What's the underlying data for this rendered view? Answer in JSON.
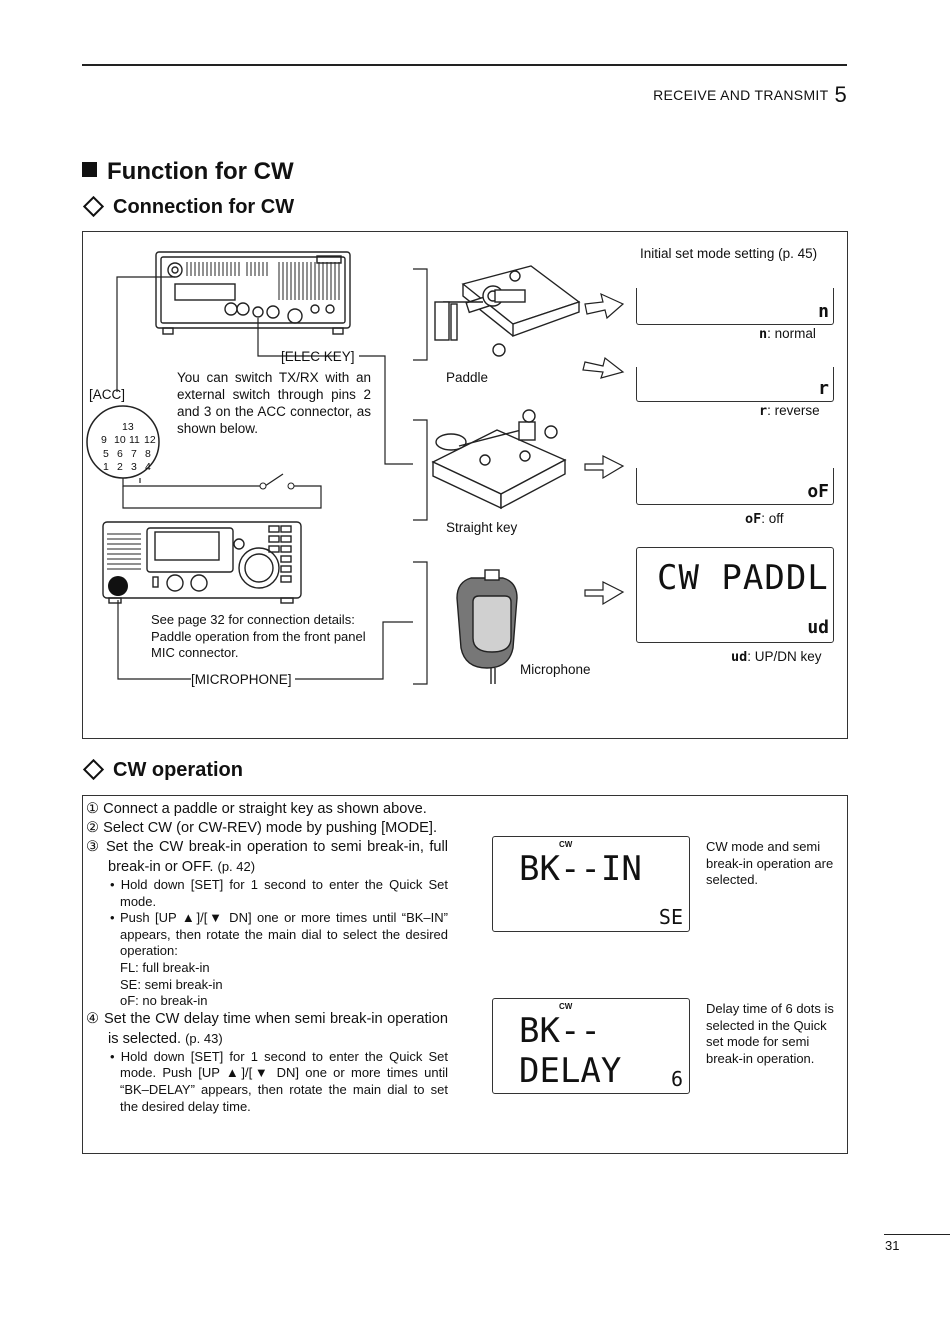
{
  "header": {
    "section_title": "RECEIVE AND TRANSMIT",
    "section_number": "5",
    "page_number": "31"
  },
  "headings": {
    "main": "Function for CW",
    "connection": "Connection for CW",
    "operation": "CW operation"
  },
  "connection": {
    "initial_setting": "Initial set mode setting (p. 45)",
    "elec_key": "[ELEC KEY]",
    "acc": "[ACC]",
    "acc_note": "You can switch TX/RX with an external switch through pins 2 and 3 on the ACC connector, as shown below.",
    "mic_note": "See page 32 for connection details: Paddle operation from the front panel MIC connector.",
    "microphone_port": "[MICROPHONE]",
    "paddle": "Paddle",
    "straight_key": "Straight key",
    "microphone": "Microphone",
    "pins": [
      "13",
      "9",
      "10",
      "11",
      "12",
      "5",
      "6",
      "7",
      "8",
      "1",
      "2",
      "3",
      "4"
    ],
    "displays": [
      {
        "code": "n",
        "legend_code": "n",
        "legend": ": normal"
      },
      {
        "code": "r",
        "legend_code": "r",
        "legend": ": reverse"
      },
      {
        "code": "oF",
        "legend_code": "oF",
        "legend": ": off"
      },
      {
        "main": "CW PADDL",
        "code": "ud",
        "legend_code": "ud",
        "legend": ": UP/DN key"
      }
    ]
  },
  "operation": {
    "steps": [
      {
        "num": "①",
        "text": "Connect a paddle or straight key as shown above."
      },
      {
        "num": "②",
        "text": "Select CW (or CW-REV) mode by pushing [MODE]."
      },
      {
        "num": "③",
        "text": "Set the CW break-in operation to semi break-in, full break-in or OFF.",
        "ref": "(p. 42)"
      },
      {
        "num": "④",
        "text": "Set the CW delay time when semi break-in operation is selected.",
        "ref": "(p. 43)"
      }
    ],
    "step3_bullets": [
      "Hold down [SET] for 1 second to enter the Quick Set mode.",
      "Push [UP ▲]/[▼ DN] one or more times until “BK–IN” appears, then rotate the main dial to select the desired operation:"
    ],
    "step3_options": [
      "FL: full break-in",
      "SE: semi break-in",
      "oF: no break-in"
    ],
    "step4_bullet": "Hold down [SET] for 1 second to enter the Quick Set mode. Push [UP ▲]/[▼ DN] one or more times until “BK–DELAY” appears, then rotate the main dial to set the desired delay time.",
    "lcd1": {
      "mode": "CW",
      "main": "BK--IN",
      "sub": "SE",
      "caption": "CW mode and semi break-in operation are selected."
    },
    "lcd2": {
      "mode": "CW",
      "main": "BK--DELAY",
      "sub": "6",
      "caption": "Delay time of 6 dots is selected in the Quick set mode for semi break-in operation."
    }
  }
}
